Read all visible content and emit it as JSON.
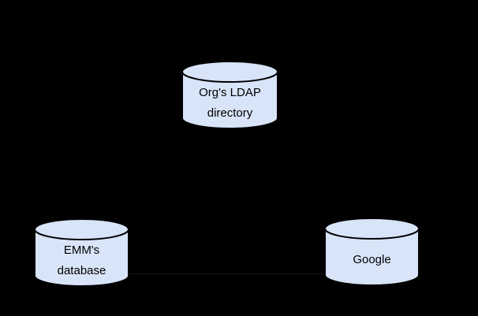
{
  "nodes": {
    "ldap": {
      "lines": [
        "Org's LDAP",
        "directory"
      ]
    },
    "emm": {
      "lines": [
        "EMM's",
        "database"
      ]
    },
    "google": {
      "lines": [
        "Google"
      ]
    }
  },
  "colors": {
    "background": "#000000",
    "cylinder_fill": "#d8e4f8",
    "cylinder_stroke": "#000000",
    "label_text": "#000000",
    "connector": "#141414"
  }
}
